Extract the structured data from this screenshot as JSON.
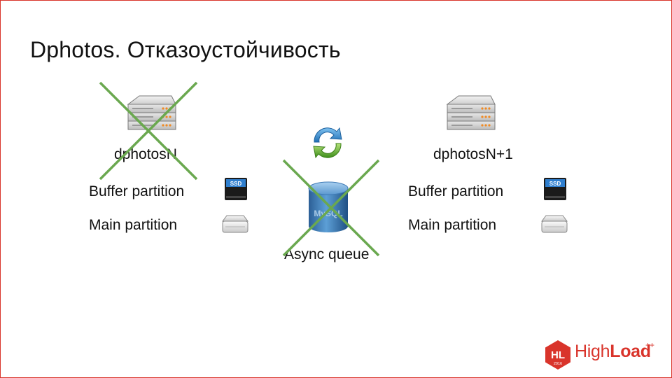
{
  "slide": {
    "title": "Dphotos. Отказоустойчивость"
  },
  "nodes": {
    "left": {
      "name": "dphotosN",
      "buffer_label": "Buffer partition",
      "main_label": "Main partition",
      "failed": true
    },
    "right": {
      "name": "dphotosN+1",
      "buffer_label": "Buffer partition",
      "main_label": "Main partition",
      "failed": false
    }
  },
  "queue": {
    "label": "Async queue",
    "db_logo_text": "MySQL",
    "failed": true
  },
  "ssd_badge": "SSD",
  "branding": {
    "badge": "HL",
    "badge_year": "2016",
    "name_light": "High",
    "name_bold": "Load",
    "superscript": "++"
  },
  "colors": {
    "frame": "#d9342b",
    "cross": "#6aa84f",
    "brand": "#d9342b",
    "sync_blue": "#2f86c9",
    "sync_green": "#5fae2e"
  },
  "icons": {
    "server": "server-rack-icon",
    "ssd": "ssd-drive-icon",
    "hdd": "hard-disk-icon",
    "database": "mysql-database-icon",
    "sync": "sync-arrows-icon"
  }
}
